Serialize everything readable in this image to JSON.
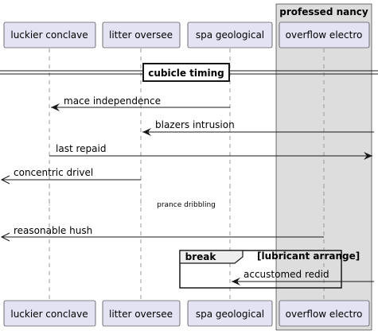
{
  "box": {
    "title": "professed nancy",
    "color": "#dddddd"
  },
  "participants": [
    {
      "id": "p1",
      "label": "luckier conclave"
    },
    {
      "id": "p2",
      "label": "litter oversee"
    },
    {
      "id": "p3",
      "label": "spa geological"
    },
    {
      "id": "p4",
      "label": "overflow electro"
    }
  ],
  "divider": {
    "label": "cubicle timing"
  },
  "messages": [
    {
      "from": "spa geological",
      "to": "luckier conclave",
      "label": "mace independence"
    },
    {
      "from": "(right edge)",
      "to": "litter oversee",
      "label": "blazers intrusion"
    },
    {
      "from": "luckier conclave",
      "to": "(right edge)",
      "label": "last repaid"
    },
    {
      "from": "litter oversee",
      "to": "(left edge)",
      "label": "concentric drivel"
    },
    {
      "from": "overflow electro",
      "to": "(left edge)",
      "label": "reasonable hush"
    },
    {
      "from": "(right edge)",
      "to": "spa geological",
      "label": "accustomed redid"
    }
  ],
  "delay": {
    "label": "prance dribbling"
  },
  "fragment": {
    "keyword": "break",
    "guard": "[lubricant arrange]"
  }
}
